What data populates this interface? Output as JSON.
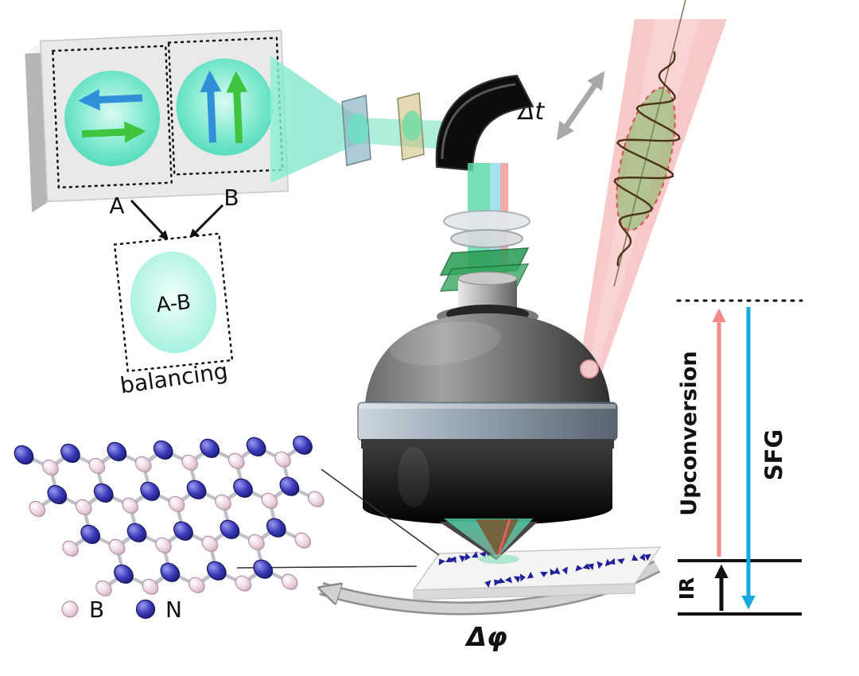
{
  "labels": {
    "detector_a": "A",
    "detector_b": "B",
    "difference": "A-B",
    "balancing": "balancing",
    "time_delay": "Δt",
    "upconversion": "Upconversion",
    "sfg": "SFG",
    "ir": "IR",
    "phase": "Δφ"
  },
  "legend": {
    "boron_label": "B",
    "nitrogen_label": "N"
  },
  "colors": {
    "signal_beam_teal": "#5fe0c0",
    "ir_beam_pink": "#f5a0a0",
    "polarization_blue": "#2f8fd8",
    "polarization_green": "#3fc43f",
    "boron_atom": "#e9cedd",
    "nitrogen_atom": "#23239a",
    "upconversion_arrow": "#f48a8a",
    "sfg_arrow": "#18a8e0"
  }
}
